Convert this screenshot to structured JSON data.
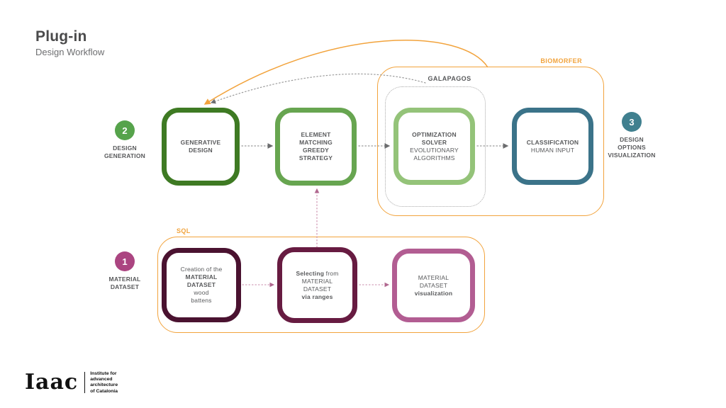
{
  "title": {
    "heading": "Plug-in",
    "subtitle": "Design Workflow"
  },
  "containers": {
    "biomorfer": "BIOMORFER",
    "galapagos": "GALAPAGOS",
    "sql": "SQL"
  },
  "steps": {
    "design_generation": {
      "number": "2",
      "label": "DESIGN\nGENERATION"
    },
    "design_options": {
      "number": "3",
      "label": "DESIGN\nOPTIONS\nVISUALIZATION"
    },
    "material_dataset": {
      "number": "1",
      "label": "MATERIAL\nDATASET"
    }
  },
  "boxes": {
    "generative_design": {
      "title": "GENERATIVE\nDESIGN"
    },
    "element_matching": {
      "title": "ELEMENT MATCHING\nGREEDY\nSTRATEGY"
    },
    "optimization_solver": {
      "title": "OPTIMIZATION\nSOLVER",
      "subtitle": "EVOLUTIONARY\nALGORITHMS"
    },
    "classification": {
      "title": "CLASSIFICATION",
      "subtitle": "HUMAN INPUT"
    },
    "creation": {
      "line1": "Creation of the",
      "line2_bold": "MATERIAL\nDATASET",
      "line3": "wood\nbattens"
    },
    "selecting": {
      "line1_bold": "Selecting",
      "line1_reg": " from",
      "line2": "MATERIAL\nDATASET",
      "line3_bold": "via ranges"
    },
    "visualization": {
      "line1": "MATERIAL\nDATASET",
      "line2_bold": "visualization"
    }
  },
  "logo": {
    "mark": "Iaac",
    "caption": "Institute for\nadvanced\narchitecture\nof Catalonia"
  },
  "colors": {
    "orange": "#F2A33C",
    "green_dark": "#3E7A23",
    "green_mid": "#67A550",
    "green_light": "#94C379",
    "teal": "#3B7389",
    "circle_green": "#56A34B",
    "circle_teal": "#40808F",
    "circle_plum": "#AB4581",
    "maroon_dark": "#4A1230",
    "maroon_mid": "#671B41",
    "plum": "#B25D92",
    "text_gray": "#58595B",
    "connector_gray": "#9a9a9a",
    "connector_pink": "#C988A8"
  }
}
